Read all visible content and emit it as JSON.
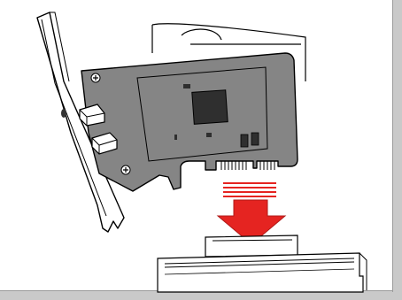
{
  "figure": {
    "subject": "installation-illustration",
    "steps": []
  },
  "colors": {
    "background": "#ffffff",
    "frame_shadow": "#c9c9c9",
    "pcb": "#858585",
    "pcb_dark": "#6f6f6f",
    "chip": "#2f2f2f",
    "outline": "#000000",
    "bracket": "#ffffff",
    "arrow": "#e52421",
    "arrow_lines": "#e52421",
    "slot": "#ffffff"
  },
  "icons": [
    "pcie-card",
    "mounting-bracket",
    "insert-arrow",
    "pcie-slot"
  ]
}
